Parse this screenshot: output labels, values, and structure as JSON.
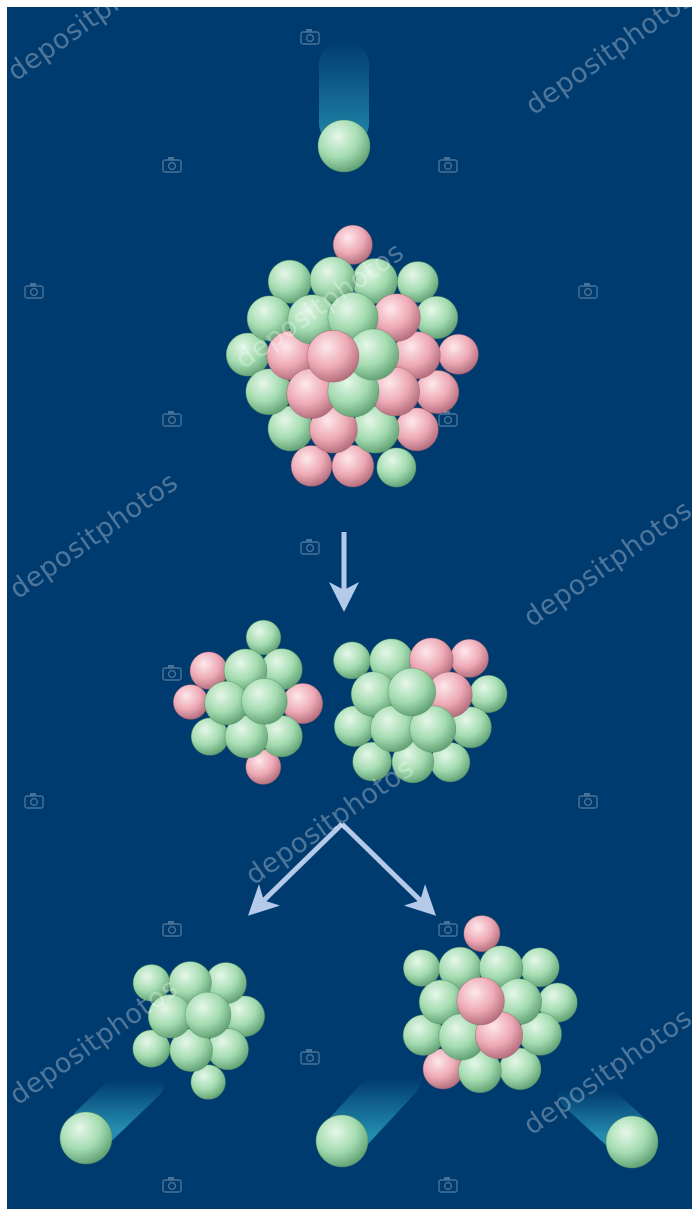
{
  "colors": {
    "border": "#ffffff",
    "background": "#003b6f",
    "neutron_light": "#e6f7ea",
    "neutron": "#a4dcb0",
    "neutron_dark": "#5e9e72",
    "proton_light": "#fde8ec",
    "proton": "#eeaab6",
    "proton_dark": "#b06a7a",
    "arrow": "#b5c9e8",
    "trail": "#2a9ab8"
  },
  "stages": [
    {
      "name": "incoming-neutron",
      "kind": "neutron"
    },
    {
      "name": "uranium-nucleus",
      "kind": "nucleus"
    },
    {
      "name": "deformed-nucleus",
      "kind": "nucleus-pair"
    },
    {
      "name": "fission-fragments",
      "kind": "nucleus-pair"
    },
    {
      "name": "released-neutrons",
      "kind": "neutron-set",
      "count": 3
    }
  ],
  "watermark": {
    "text": "depositphotos",
    "icon": "camera-icon"
  }
}
